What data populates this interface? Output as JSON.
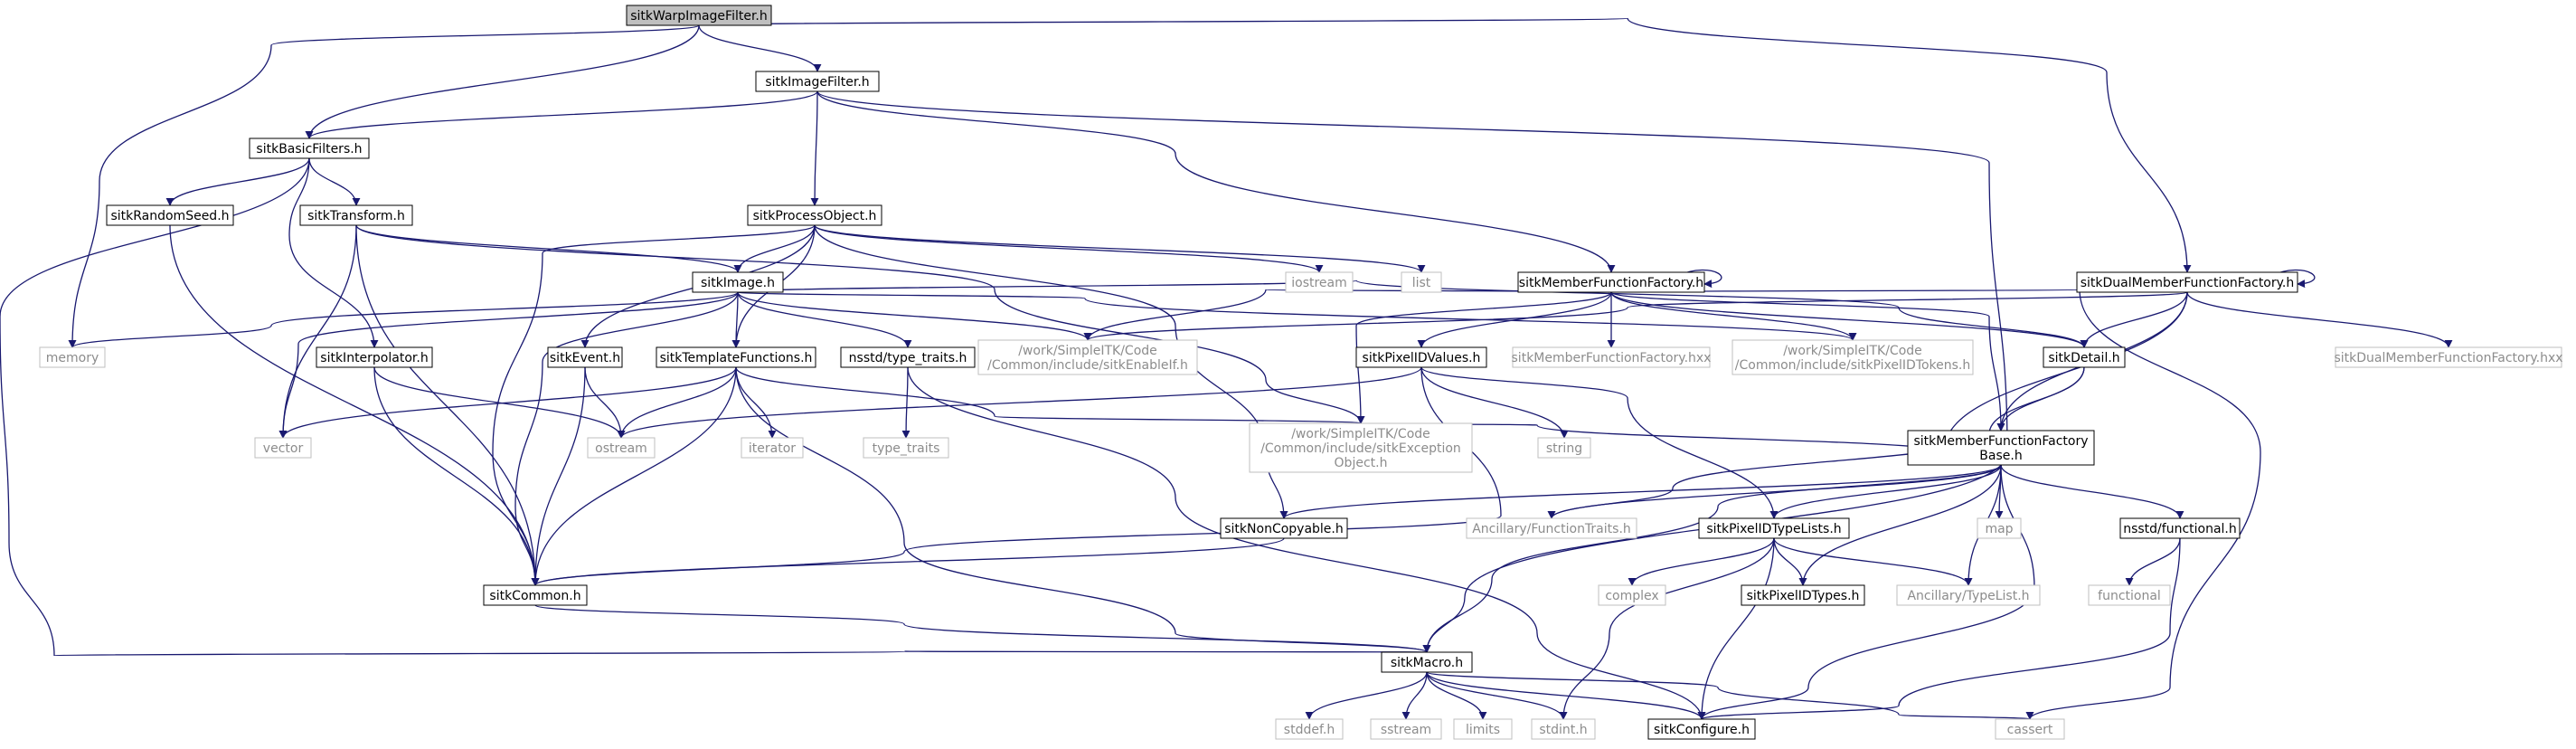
{
  "diagram": {
    "type": "include-dependency-graph",
    "root": "sitkWarpImageFilter.h",
    "colors": {
      "edge": "#191970",
      "node_border": "#000000",
      "external_border": "#bfbfbf",
      "external_text": "#8c8c8c",
      "root_fill": "#bfbfbf",
      "text": "#000000"
    },
    "nodes": {
      "root": {
        "lines": [
          "sitkWarpImageFilter.h"
        ],
        "kind": "root"
      },
      "imagefilter": {
        "lines": [
          "sitkImageFilter.h"
        ],
        "kind": "internal"
      },
      "basicfilters": {
        "lines": [
          "sitkBasicFilters.h"
        ],
        "kind": "internal"
      },
      "randomseed": {
        "lines": [
          "sitkRandomSeed.h"
        ],
        "kind": "internal"
      },
      "transform": {
        "lines": [
          "sitkTransform.h"
        ],
        "kind": "internal"
      },
      "processobject": {
        "lines": [
          "sitkProcessObject.h"
        ],
        "kind": "internal"
      },
      "image": {
        "lines": [
          "sitkImage.h"
        ],
        "kind": "internal"
      },
      "memberff": {
        "lines": [
          "sitkMemberFunctionFactory.h"
        ],
        "kind": "internal"
      },
      "dualmemberff": {
        "lines": [
          "sitkDualMemberFunctionFactory.h"
        ],
        "kind": "internal"
      },
      "iostream": {
        "lines": [
          "iostream"
        ],
        "kind": "external"
      },
      "list": {
        "lines": [
          "list"
        ],
        "kind": "external"
      },
      "memory": {
        "lines": [
          "memory"
        ],
        "kind": "external"
      },
      "interpolator": {
        "lines": [
          "sitkInterpolator.h"
        ],
        "kind": "internal"
      },
      "event": {
        "lines": [
          "sitkEvent.h"
        ],
        "kind": "internal"
      },
      "templatefuncs": {
        "lines": [
          "sitkTemplateFunctions.h"
        ],
        "kind": "internal"
      },
      "typetraits": {
        "lines": [
          "nsstd/type_traits.h"
        ],
        "kind": "internal"
      },
      "enableif": {
        "lines": [
          "/work/SimpleITK/Code",
          "/Common/include/sitkEnableIf.h"
        ],
        "kind": "external"
      },
      "pixelidvalues": {
        "lines": [
          "sitkPixelIDValues.h"
        ],
        "kind": "internal"
      },
      "mffhxx": {
        "lines": [
          "sitkMemberFunctionFactory.hxx"
        ],
        "kind": "external"
      },
      "pixelidtokens": {
        "lines": [
          "/work/SimpleITK/Code",
          "/Common/include/sitkPixelIDTokens.h"
        ],
        "kind": "external"
      },
      "detail": {
        "lines": [
          "sitkDetail.h"
        ],
        "kind": "internal"
      },
      "dualhxx": {
        "lines": [
          "sitkDualMemberFunctionFactory.hxx"
        ],
        "kind": "external"
      },
      "vector": {
        "lines": [
          "vector"
        ],
        "kind": "external"
      },
      "ostream": {
        "lines": [
          "ostream"
        ],
        "kind": "external"
      },
      "iterator": {
        "lines": [
          "iterator"
        ],
        "kind": "external"
      },
      "type_traits": {
        "lines": [
          "type_traits"
        ],
        "kind": "external"
      },
      "exception": {
        "lines": [
          "/work/SimpleITK/Code",
          "/Common/include/sitkException",
          "Object.h"
        ],
        "kind": "external"
      },
      "string": {
        "lines": [
          "string"
        ],
        "kind": "external"
      },
      "mffbase": {
        "lines": [
          "sitkMemberFunctionFactory",
          "Base.h"
        ],
        "kind": "internal"
      },
      "noncopyable": {
        "lines": [
          "sitkNonCopyable.h"
        ],
        "kind": "internal"
      },
      "functiontraits": {
        "lines": [
          "Ancillary/FunctionTraits.h"
        ],
        "kind": "external"
      },
      "pixelidtypelists": {
        "lines": [
          "sitkPixelIDTypeLists.h"
        ],
        "kind": "internal"
      },
      "map": {
        "lines": [
          "map"
        ],
        "kind": "external"
      },
      "nsstdfunctional": {
        "lines": [
          "nsstd/functional.h"
        ],
        "kind": "internal"
      },
      "common": {
        "lines": [
          "sitkCommon.h"
        ],
        "kind": "internal"
      },
      "complex": {
        "lines": [
          "complex"
        ],
        "kind": "external"
      },
      "pixelidtypes": {
        "lines": [
          "sitkPixelIDTypes.h"
        ],
        "kind": "internal"
      },
      "typelist": {
        "lines": [
          "Ancillary/TypeList.h"
        ],
        "kind": "external"
      },
      "functional": {
        "lines": [
          "functional"
        ],
        "kind": "external"
      },
      "macro": {
        "lines": [
          "sitkMacro.h"
        ],
        "kind": "internal"
      },
      "stddef": {
        "lines": [
          "stddef.h"
        ],
        "kind": "external"
      },
      "sstream": {
        "lines": [
          "sstream"
        ],
        "kind": "external"
      },
      "limits": {
        "lines": [
          "limits"
        ],
        "kind": "external"
      },
      "stdint": {
        "lines": [
          "stdint.h"
        ],
        "kind": "external"
      },
      "configure": {
        "lines": [
          "sitkConfigure.h"
        ],
        "kind": "internal"
      },
      "cassert": {
        "lines": [
          "cassert"
        ],
        "kind": "external"
      }
    },
    "edges": [
      [
        "root",
        "imagefilter"
      ],
      [
        "root",
        "basicfilters"
      ],
      [
        "root",
        "memory"
      ],
      [
        "root",
        "dualmemberff"
      ],
      [
        "imagefilter",
        "basicfilters"
      ],
      [
        "imagefilter",
        "processobject"
      ],
      [
        "imagefilter",
        "memberff"
      ],
      [
        "imagefilter",
        "macro"
      ],
      [
        "basicfilters",
        "randomseed"
      ],
      [
        "basicfilters",
        "transform"
      ],
      [
        "basicfilters",
        "interpolator"
      ],
      [
        "basicfilters",
        "macro"
      ],
      [
        "randomseed",
        "common"
      ],
      [
        "transform",
        "image"
      ],
      [
        "transform",
        "vector"
      ],
      [
        "transform",
        "common"
      ],
      [
        "transform",
        "exception"
      ],
      [
        "processobject",
        "image"
      ],
      [
        "processobject",
        "event"
      ],
      [
        "processobject",
        "templatefuncs"
      ],
      [
        "processobject",
        "iostream"
      ],
      [
        "processobject",
        "list"
      ],
      [
        "processobject",
        "common"
      ],
      [
        "processobject",
        "noncopyable"
      ],
      [
        "image",
        "memory"
      ],
      [
        "image",
        "vector"
      ],
      [
        "image",
        "templatefuncs"
      ],
      [
        "image",
        "typetraits"
      ],
      [
        "image",
        "enableif"
      ],
      [
        "image",
        "pixelidtokens"
      ],
      [
        "image",
        "detail"
      ],
      [
        "image",
        "common"
      ],
      [
        "memberff",
        "memberff"
      ],
      [
        "memberff",
        "enableif"
      ],
      [
        "memberff",
        "pixelidvalues"
      ],
      [
        "memberff",
        "mffhxx"
      ],
      [
        "memberff",
        "pixelidtokens"
      ],
      [
        "memberff",
        "detail"
      ],
      [
        "memberff",
        "mffbase"
      ],
      [
        "memberff",
        "exception"
      ],
      [
        "memberff",
        "cassert"
      ],
      [
        "dualmemberff",
        "dualmemberff"
      ],
      [
        "dualmemberff",
        "enableif"
      ],
      [
        "dualmemberff",
        "detail"
      ],
      [
        "dualmemberff",
        "dualhxx"
      ],
      [
        "dualmemberff",
        "mffbase"
      ],
      [
        "dualmemberff",
        "exception"
      ],
      [
        "interpolator",
        "ostream"
      ],
      [
        "interpolator",
        "common"
      ],
      [
        "event",
        "ostream"
      ],
      [
        "event",
        "common"
      ],
      [
        "templatefuncs",
        "vector"
      ],
      [
        "templatefuncs",
        "ostream"
      ],
      [
        "templatefuncs",
        "iterator"
      ],
      [
        "templatefuncs",
        "exception"
      ],
      [
        "templatefuncs",
        "common"
      ],
      [
        "templatefuncs",
        "macro"
      ],
      [
        "typetraits",
        "type_traits"
      ],
      [
        "typetraits",
        "configure"
      ],
      [
        "pixelidvalues",
        "ostream"
      ],
      [
        "pixelidvalues",
        "string"
      ],
      [
        "pixelidvalues",
        "pixelidtypelists"
      ],
      [
        "pixelidvalues",
        "common"
      ],
      [
        "detail",
        "mffbase"
      ],
      [
        "detail",
        "functiontraits"
      ],
      [
        "mffbase",
        "noncopyable"
      ],
      [
        "mffbase",
        "functiontraits"
      ],
      [
        "mffbase",
        "pixelidtypelists"
      ],
      [
        "mffbase",
        "pixelidtypes"
      ],
      [
        "mffbase",
        "typelist"
      ],
      [
        "mffbase",
        "map"
      ],
      [
        "mffbase",
        "nsstdfunctional"
      ],
      [
        "mffbase",
        "macro"
      ],
      [
        "mffbase",
        "configure"
      ],
      [
        "noncopyable",
        "common"
      ],
      [
        "pixelidtypelists",
        "complex"
      ],
      [
        "pixelidtypelists",
        "pixelidtypes"
      ],
      [
        "pixelidtypelists",
        "typelist"
      ],
      [
        "pixelidtypelists",
        "stdint"
      ],
      [
        "pixelidtypelists",
        "configure"
      ],
      [
        "nsstdfunctional",
        "functional"
      ],
      [
        "nsstdfunctional",
        "configure"
      ],
      [
        "common",
        "macro"
      ],
      [
        "macro",
        "stddef"
      ],
      [
        "macro",
        "sstream"
      ],
      [
        "macro",
        "limits"
      ],
      [
        "macro",
        "stdint"
      ],
      [
        "macro",
        "configure"
      ],
      [
        "macro",
        "cassert"
      ]
    ]
  }
}
